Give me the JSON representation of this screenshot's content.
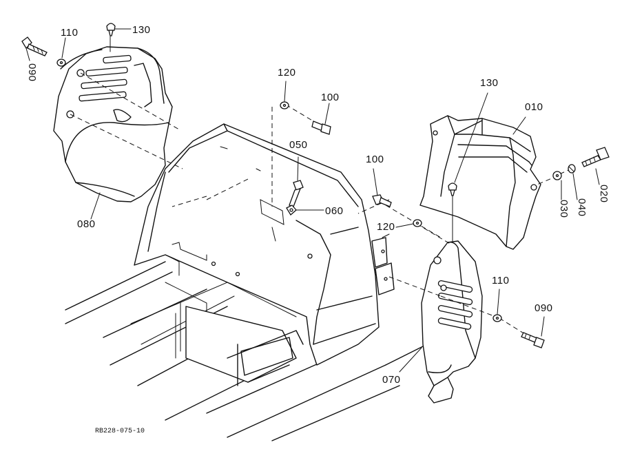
{
  "drawing_code": "RB228-075-10",
  "callouts": {
    "c010": "010",
    "c020": "020",
    "c030": "030",
    "c040": "040",
    "c050": "050",
    "c060": "060",
    "c070": "070",
    "c080": "080",
    "c090_left": "090",
    "c090_right": "090",
    "c100_top": "100",
    "c100_mid": "100",
    "c110_left": "110",
    "c110_right": "110",
    "c120_top": "120",
    "c120_mid": "120",
    "c130_left": "130",
    "c130_right": "130"
  }
}
